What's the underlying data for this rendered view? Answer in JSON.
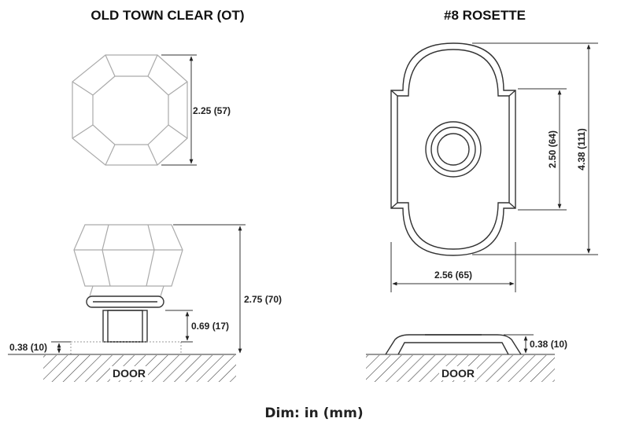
{
  "titles": {
    "left": "OLD TOWN CLEAR (OT)",
    "right": "#8 ROSETTE"
  },
  "dimensions": {
    "knob_width": "2.25 (57)",
    "knob_height": "2.75 (70)",
    "shank_height": "0.69 (17)",
    "base_height": "0.38 (10)",
    "rosette_inner": "2.50 (64)",
    "rosette_height": "4.38 (111)",
    "rosette_width": "2.56 (65)",
    "rosette_thickness": "0.38 (10)"
  },
  "labels": {
    "door_left": "DOOR",
    "door_right": "DOOR"
  },
  "caption": "Dim: in (mm)"
}
